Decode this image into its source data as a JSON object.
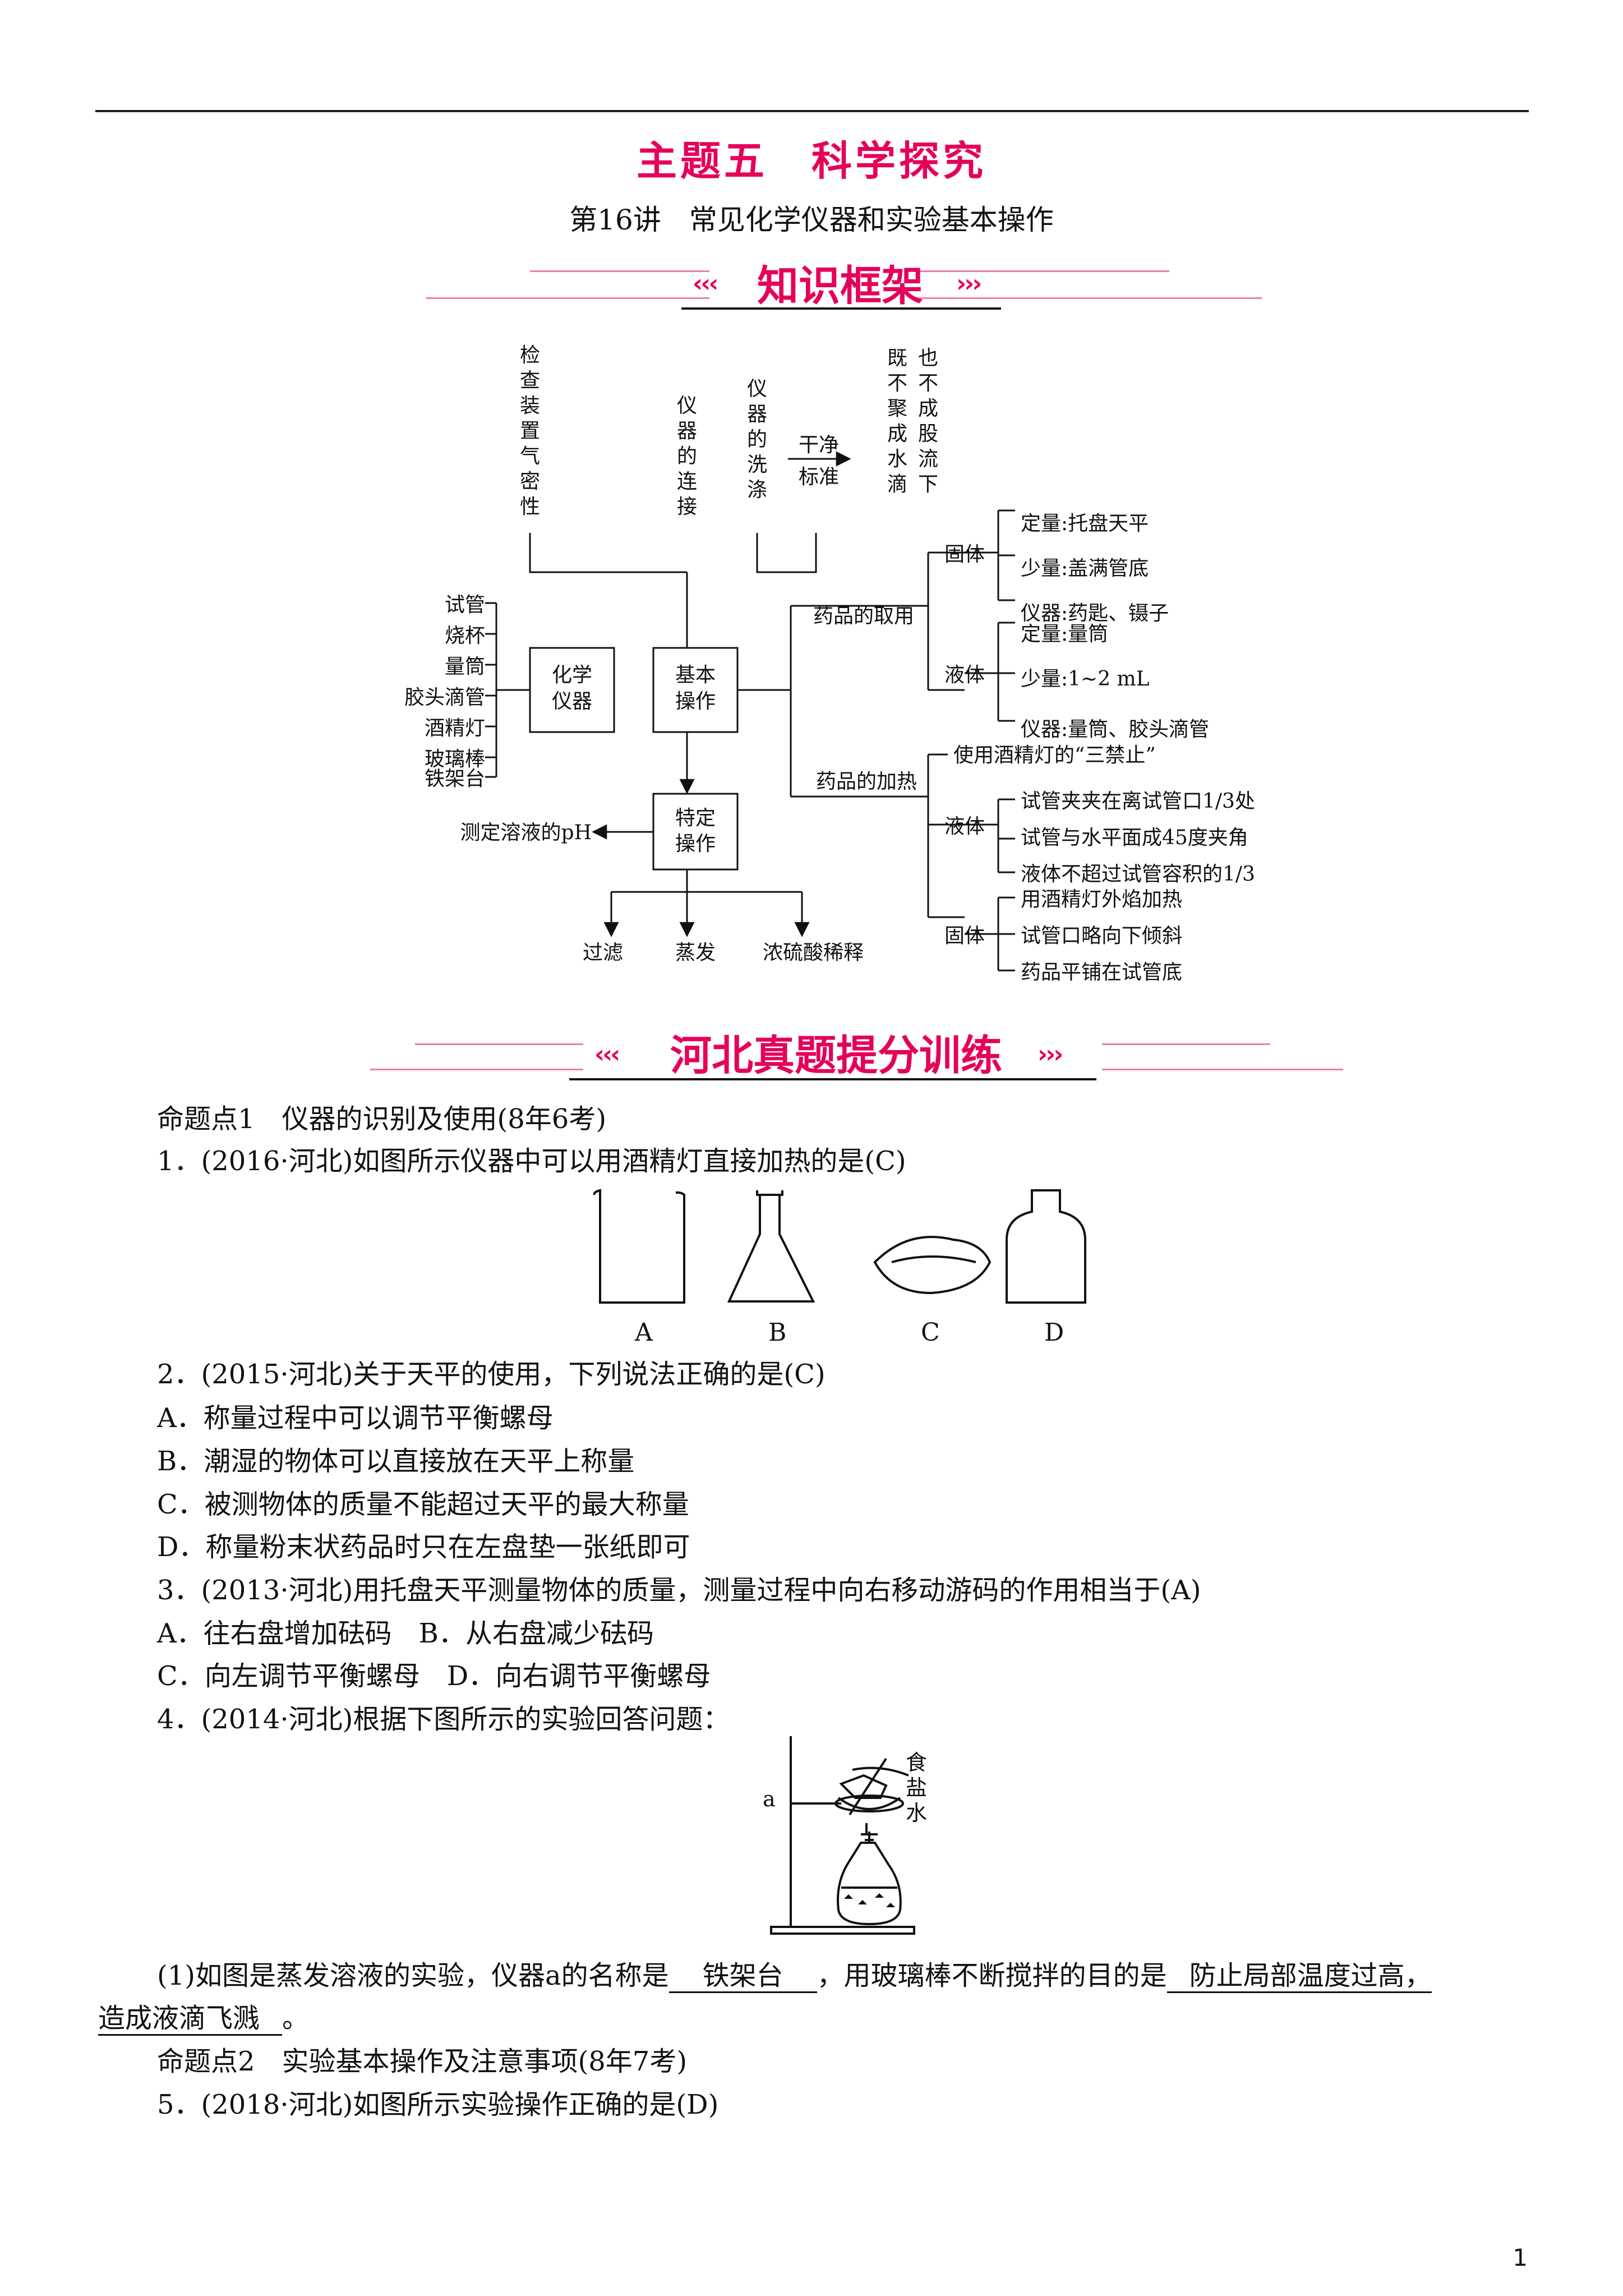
{
  "header": {
    "title": "主题五　科学探究",
    "subtitle": "第16讲　常见化学仪器和实验基本操作"
  },
  "banner1": "知识框架",
  "banner2": "河北真题提分训练",
  "diagram": {
    "top_jiancha": [
      "检",
      "查",
      "装",
      "置",
      "气",
      "密",
      "性"
    ],
    "top_lianjie": [
      "仪",
      "器",
      "的",
      "连",
      "接"
    ],
    "top_xidi": [
      "仪",
      "器",
      "的",
      "洗",
      "涤"
    ],
    "ganjing": "干净",
    "biaozhun": "标准",
    "result_col1": [
      "既",
      "不",
      "聚",
      "成",
      "水",
      "滴"
    ],
    "result_col2": [
      "也",
      "不",
      "成",
      "股",
      "流",
      "下"
    ],
    "instruments": [
      "试管",
      "烧杯",
      "量筒",
      "胶头滴管",
      "酒精灯",
      "玻璃棒",
      "铁架台"
    ],
    "huaxue_yiqi": [
      "化学",
      "仪器"
    ],
    "jiben_caozuo": [
      "基本",
      "操作"
    ],
    "teding_caozuo": [
      "特定",
      "操作"
    ],
    "ph": "测定溶液的pH",
    "bottom": [
      "过滤",
      "蒸发",
      "浓硫酸稀释"
    ],
    "qu_yong": "药品的取用",
    "jia_re": "药品的加热",
    "guti": "固体",
    "yeti": "液体",
    "qu_guti": [
      "定量:托盘天平",
      "少量:盖满管底",
      "仪器:药匙、镊子"
    ],
    "qu_yeti": [
      "定量:量筒",
      "少量:1~2 mL",
      "仪器:量筒、胶头滴管"
    ],
    "sanjinzhi": "使用酒精灯的“三禁止”",
    "re_yeti": [
      "试管夹夹在离试管口1/3处",
      "试管与水平面成45度夹角",
      "液体不超过试管容积的1/3"
    ],
    "re_guti": [
      "用酒精灯外焰加热",
      "试管口略向下倾斜",
      "药品平铺在试管底"
    ]
  },
  "q": {
    "point1": "命题点1　仪器的识别及使用(8年6考)",
    "q1": "1．(2016·河北)如图所示仪器中可以用酒精灯直接加热的是(C)",
    "q1_labels": [
      "A",
      "B",
      "C",
      "D"
    ],
    "q2": "2．(2015·河北)关于天平的使用，下列说法正确的是(C)",
    "q2_opts": [
      "A．称量过程中可以调节平衡螺母",
      "B．潮湿的物体可以直接放在天平上称量",
      "C．被测物体的质量不能超过天平的最大称量",
      "D．称量粉末状药品时只在左盘垫一张纸即可"
    ],
    "q3": "3．(2013·河北)用托盘天平测量物体的质量，测量过程中向右移动游码的作用相当于(A)",
    "q3_opts": [
      "A．往右盘增加砝码　B．从右盘减少砝码",
      "C．向左调节平衡螺母　D．向右调节平衡螺母"
    ],
    "q4": "4．(2014·河北)根据下图所示的实验回答问题：",
    "q4_label_a": "a",
    "q4_label_salt": [
      "食",
      "盐",
      "水"
    ],
    "q4_part1_a": "(1)如图是蒸发溶液的实验，仪器a的名称是",
    "q4_ans1": "铁架台",
    "q4_part1_b": "，用玻璃棒不断搅拌的目的是",
    "q4_ans2a": "防止局部温度过高，",
    "q4_ans2b": "造成液滴飞溅",
    "q4_end": "。",
    "point2": "命题点2　实验基本操作及注意事项(8年7考)",
    "q5": "5．(2018·河北)如图所示实验操作正确的是(D)"
  },
  "page_number": "1",
  "colors": {
    "accent": "#e5005a",
    "banner_line": "#f07ab0"
  }
}
